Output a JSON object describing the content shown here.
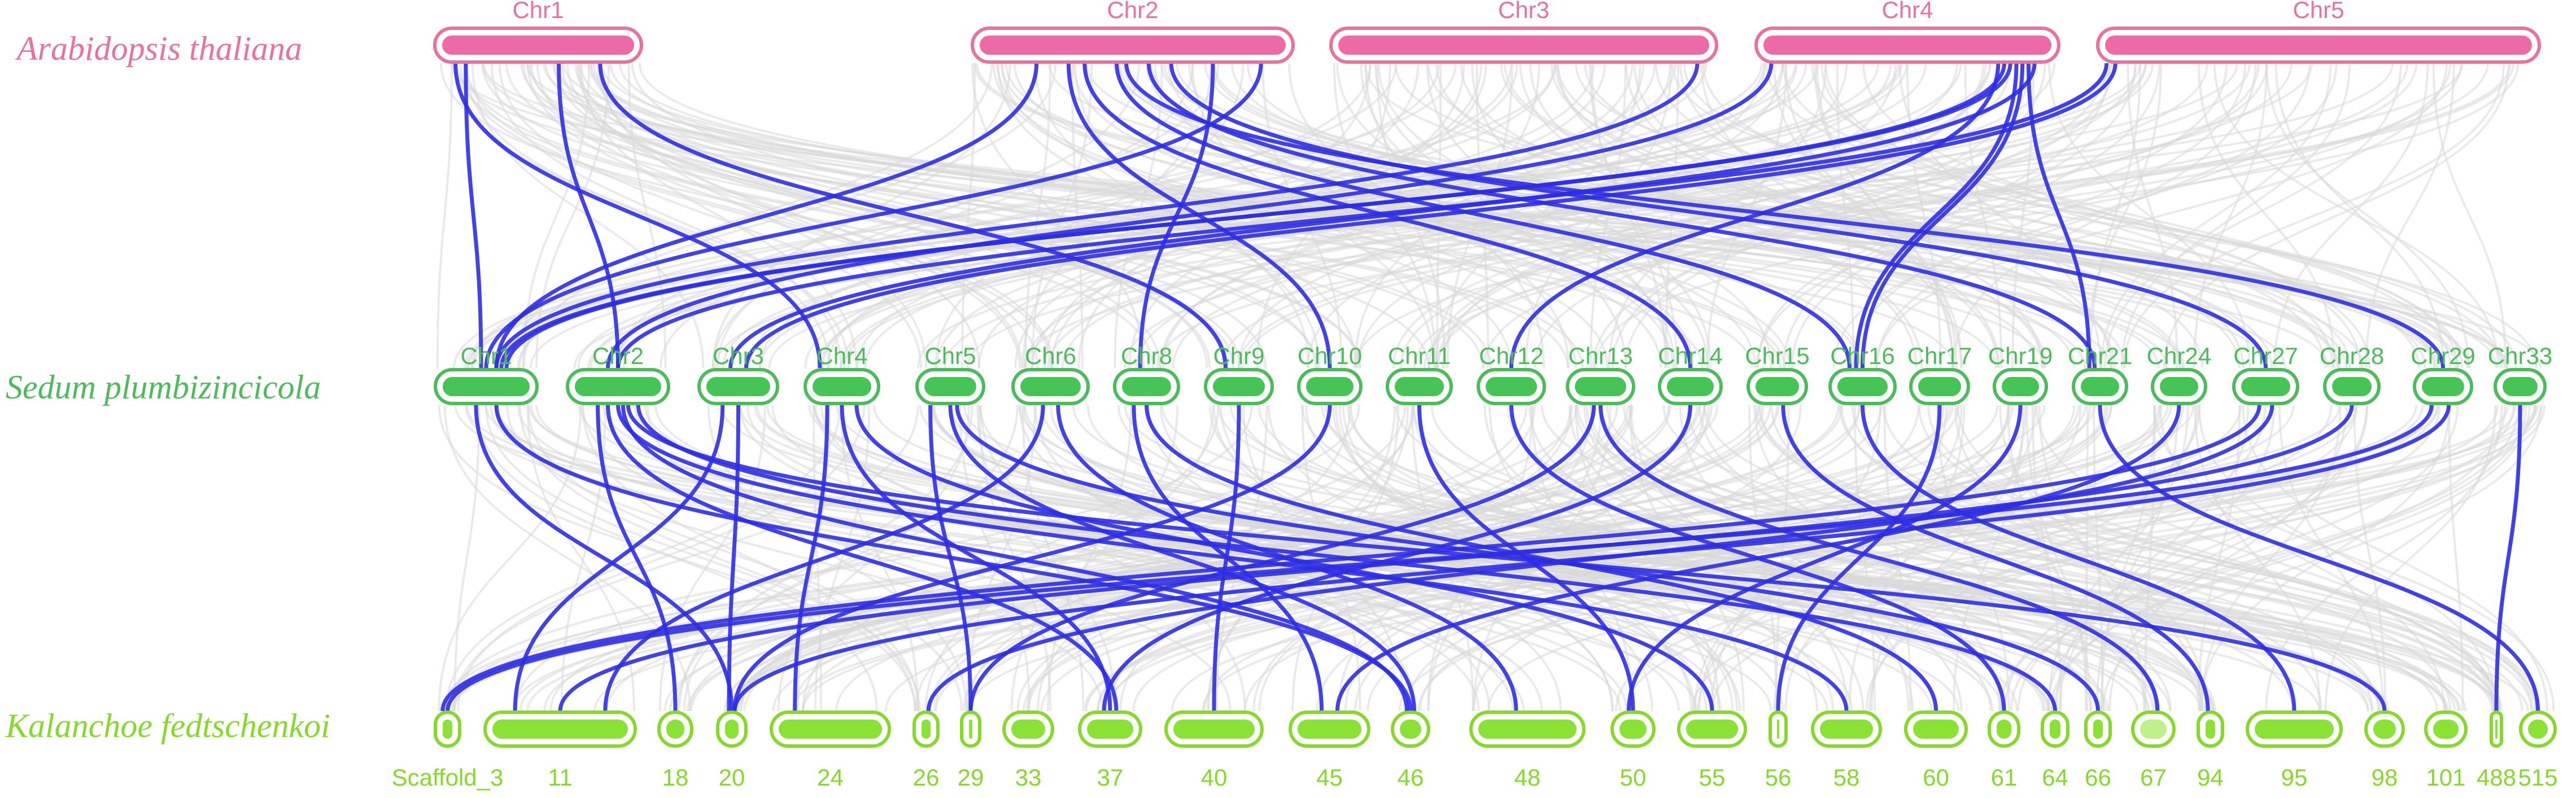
{
  "colors": {
    "arabidopsis": "#e8719f",
    "arabidopsis_fill": "#ee6aa7",
    "sedum": "#4cbb5c",
    "sedum_fill": "#47c456",
    "kalanchoe": "#86d92a",
    "kalanchoe_fill": "#8ae234",
    "kalanchoe_light": "#bff08a",
    "background_links": "#d9d9d9",
    "highlight_links": "#2d2de6"
  },
  "species": [
    {
      "name": "Arabidopsis thaliana"
    },
    {
      "name": "Sedum plumbizincicola"
    },
    {
      "name": "Kalanchoe fedtschenkoi"
    }
  ],
  "tracks": {
    "arabidopsis": [
      "Chr1",
      "Chr2",
      "Chr3",
      "Chr4",
      "Chr5"
    ],
    "sedum": [
      "Chr1",
      "Chr2",
      "Chr3",
      "Chr4",
      "Chr5",
      "Chr6",
      "Chr8",
      "Chr9",
      "Chr10",
      "Chr11",
      "Chr12",
      "Chr13",
      "Chr14",
      "Chr15",
      "Chr16",
      "Chr17",
      "Chr19",
      "Chr21",
      "Chr24",
      "Chr27",
      "Chr28",
      "Chr29",
      "Chr33"
    ],
    "kalanchoe": [
      "Scaffold_3",
      "11",
      "18",
      "20",
      "24",
      "26",
      "29",
      "33",
      "37",
      "40",
      "45",
      "46",
      "48",
      "50",
      "55",
      "56",
      "58",
      "60",
      "61",
      "64",
      "66",
      "67",
      "94",
      "95",
      "98",
      "101",
      "488",
      "515"
    ]
  }
}
